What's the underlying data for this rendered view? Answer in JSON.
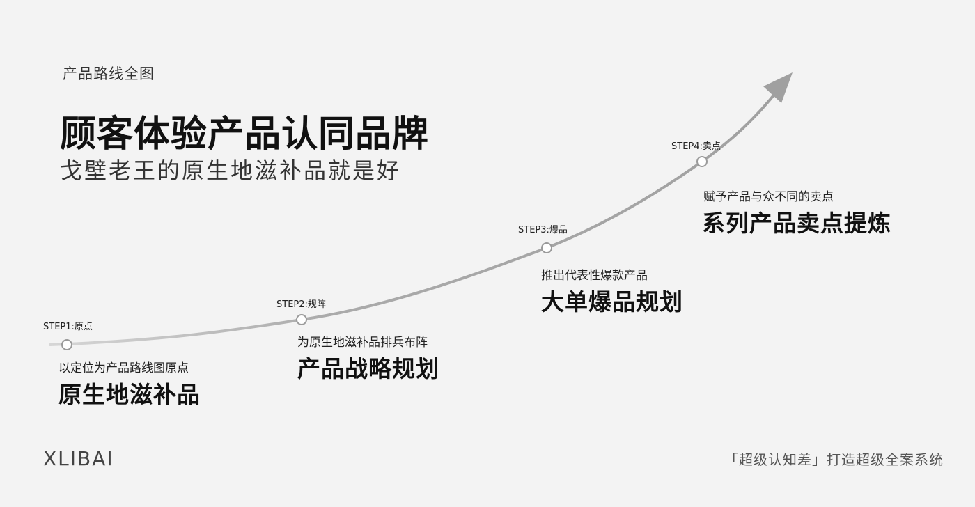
{
  "header": {
    "overline": "产品路线全图",
    "title": "顾客体验产品认同品牌",
    "tagline": "戈壁老王的原生地滋补品就是好"
  },
  "steps": [
    {
      "label": "STEP1:原点",
      "desc": "以定位为产品路线图原点",
      "title": "原生地滋补品"
    },
    {
      "label": "STEP2:规阵",
      "desc": "为原生地滋补品排兵布阵",
      "title": "产品战略规划"
    },
    {
      "label": "STEP3:爆品",
      "desc": "推出代表性爆款产品",
      "title": "大单爆品规划"
    },
    {
      "label": "STEP4:卖点",
      "desc": "赋予产品与众不同的卖点",
      "title": "系列产品卖点提炼"
    }
  ],
  "footer": {
    "logo": "XLIBAI",
    "note": "「超级认知差」打造超级全案系统"
  },
  "colors": {
    "background": "#f3f3f3",
    "curve": "#a8a8a8",
    "node_fill": "#ffffff",
    "node_stroke": "#9a9a9a"
  }
}
